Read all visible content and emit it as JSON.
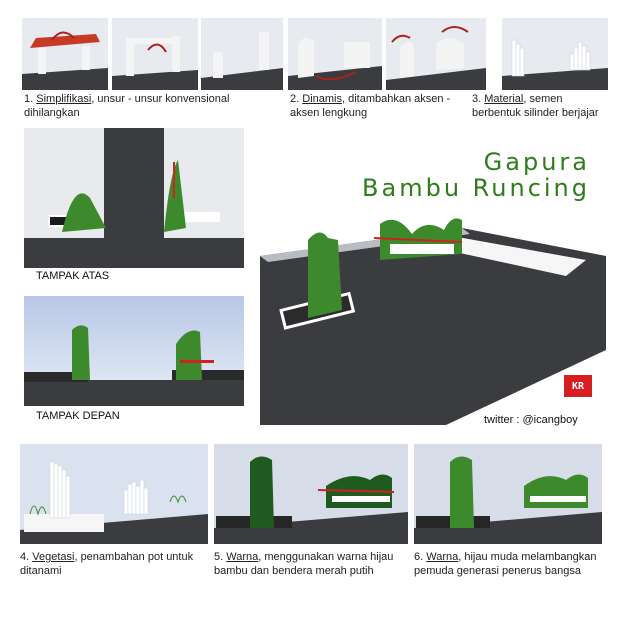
{
  "title": {
    "line1": "Gapura",
    "line2": "Bambu Runcing"
  },
  "steps": [
    {
      "num": "1.",
      "term": "Simplifikasi",
      "rest": ", unsur - unsur konvensional dihilangkan"
    },
    {
      "num": "2.",
      "term": "Dinamis",
      "rest": ", ditambahkan aksen - aksen lengkung"
    },
    {
      "num": "3.",
      "term": "Material",
      "rest": ", semen berbentuk silinder berjajar"
    },
    {
      "num": "4.",
      "term": "Vegetasi",
      "rest": ", penambahan pot untuk ditanami"
    },
    {
      "num": "5.",
      "term": "Warna",
      "rest": ", menggunakan warna hijau bambu dan bendera merah putih"
    },
    {
      "num": "6.",
      "term": "Warna",
      "rest": ", hijau muda melambangkan pemuda generasi penerus bangsa"
    }
  ],
  "views": {
    "top": "TAMPAK ATAS",
    "front": "TAMPAK DEPAN"
  },
  "credit": "twitter : @icangboy",
  "colors": {
    "bamboo_green": "#3d8a2c",
    "flag_red": "#cc2222",
    "road": "#3a3c40",
    "title_green": "#2f7d1c"
  }
}
